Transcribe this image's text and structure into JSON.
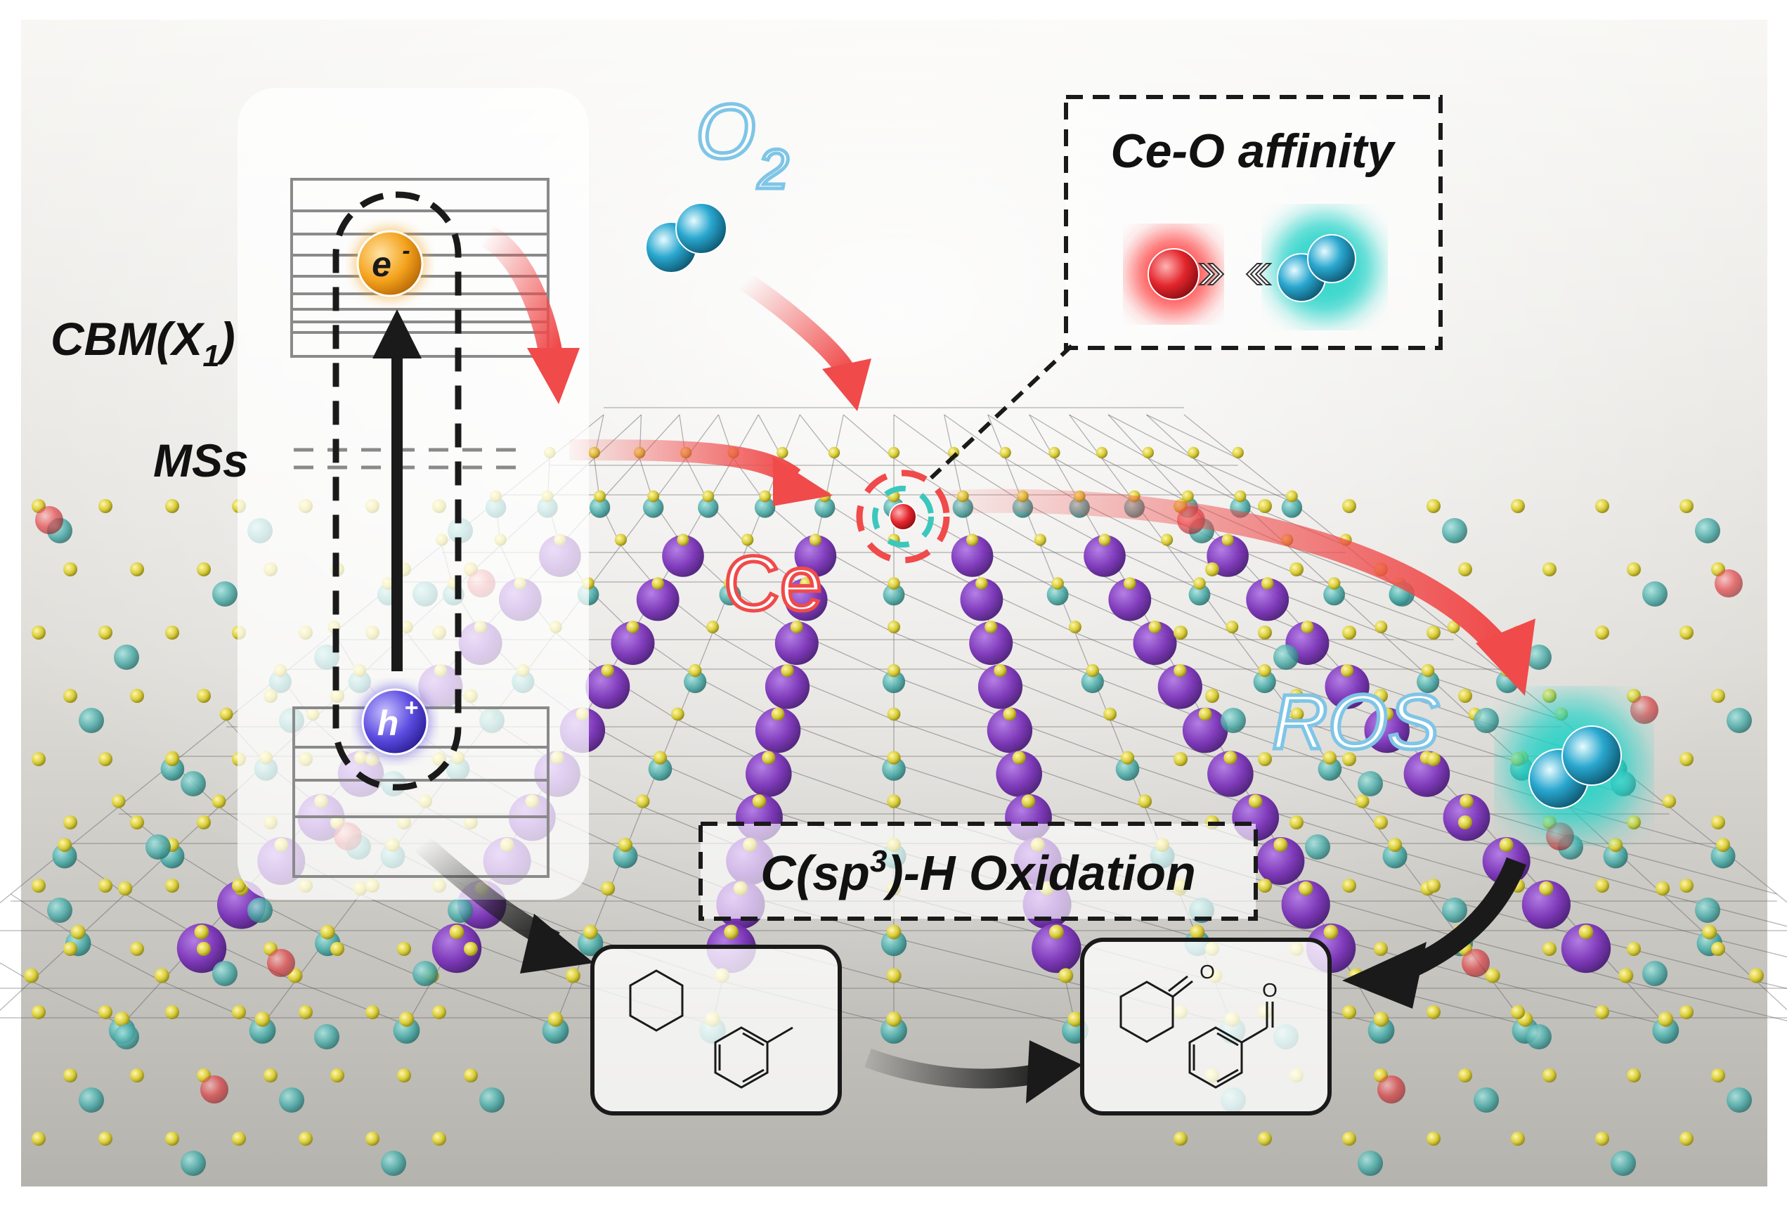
{
  "labels": {
    "cbm": "CBM(X",
    "cbm_sub": "1",
    "cbm_close": ")",
    "mss": "MSs",
    "o2_main": "O",
    "o2_sub": "2",
    "ce": "Ce",
    "ros": "ROS",
    "affinity_title": "Ce-O affinity",
    "oxidation_pre": "C(sp",
    "oxidation_sup": "3",
    "oxidation_post": ")-H Oxidation",
    "electron": "e",
    "electron_sup": "-",
    "hole": "h",
    "hole_sup": "+",
    "ketone_o": "O",
    "aldehyde_o": "O"
  },
  "colors": {
    "background_top": "#f7f6f3",
    "background_bottom": "#b9b8b3",
    "arrow_red": "#f04a4a",
    "arrow_black": "#1a1a1a",
    "ce_atom": "#e3262c",
    "o2_atom": "#2aa7cf",
    "ros_glow": "#1fd1c6",
    "purple_atom": "#7a32b8",
    "teal_atom": "#4aa9a6",
    "yellow_atom": "#d8cc3a",
    "electron_orange": "#f4a21c",
    "hole_blue": "#5b4be0",
    "text_outline_blue": "#7fc5e6",
    "text_outline_red": "#f04a4a"
  },
  "icons": [
    "electron-icon",
    "hole-icon",
    "o2-molecule-icon",
    "ce-atom-icon",
    "ros-molecule-icon",
    "cyclohexane-icon",
    "toluene-icon",
    "cyclohexanone-icon",
    "benzaldehyde-icon"
  ]
}
